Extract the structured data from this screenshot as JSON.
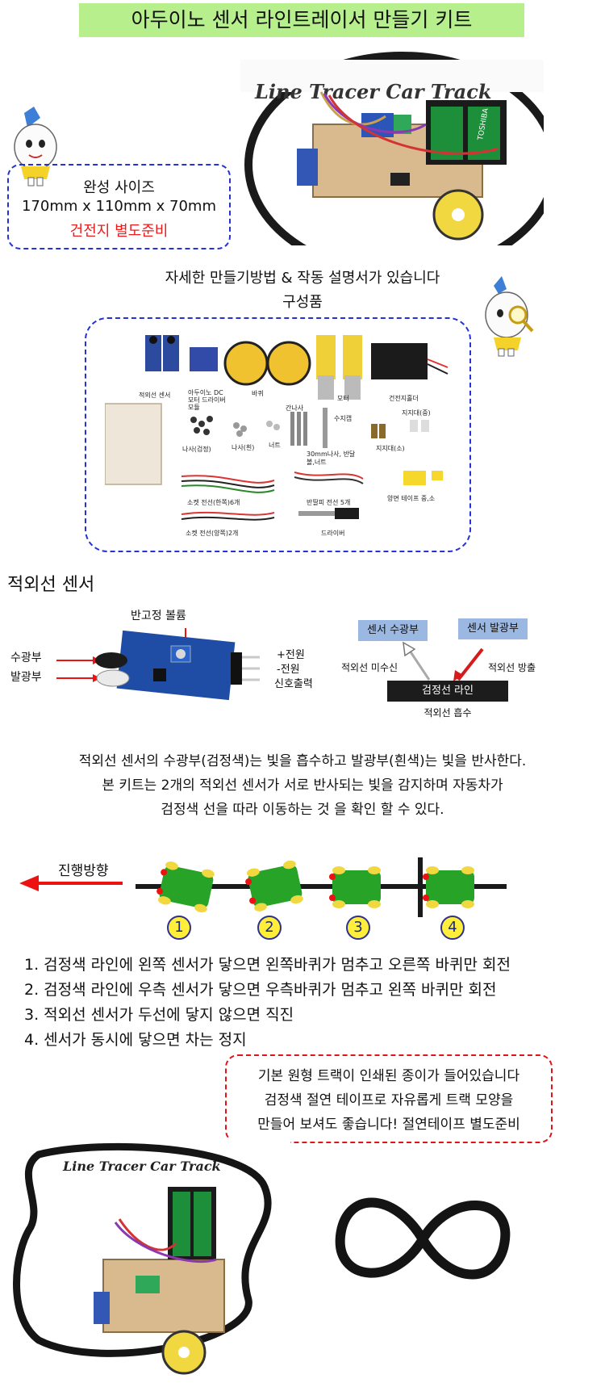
{
  "title": "아두이노 센서 라인트레이서 만들기 키트",
  "hero_photo": {
    "track_text": "Line Tracer Car Track",
    "battery_brand": "TOSHIBA"
  },
  "size_box": {
    "label": "완성 사이즈",
    "dimensions": "170mm x 110mm x 70mm",
    "battery_note": "건전지 별도준비"
  },
  "manual_note": "자세한 만들기방법 & 작동 설명서가 있습니다",
  "components_heading": "구성품",
  "components": {
    "sensor": "적외선 센서",
    "driver": "아두이노 DC모터 드라이버 모듈",
    "wheel": "바퀴",
    "motor": "모터",
    "battery_holder": "건전지홀더",
    "spacer": "간나사",
    "screw_nut": "수지캡",
    "support_mid": "지지대(중)",
    "screw_black": "나사(검정)",
    "screw_white": "나사(흰)",
    "nut": "너트",
    "bolt_set": "30mm나사, 반달볼,너트",
    "support_small": "지지대(소)",
    "wire_one": "소켓 전선(한쪽)6개",
    "wire_half": "반딸피 전선 5개",
    "tape": "양면 테이프 중,소",
    "wire_both": "소켓 전선(양쪽)2개",
    "driver_tool": "드라이버"
  },
  "ir_section": {
    "heading": "적외선 센서",
    "adjust_label": "반고정 볼륨",
    "receiver_label": "수광부",
    "emitter_label": "발광부",
    "pin_power_plus": "+전원",
    "pin_power_minus": "-전원",
    "pin_signal": "신호출력",
    "diagram": {
      "receiver_box": "센서 수광부",
      "emitter_box": "센서 발광부",
      "not_received": "적외선 미수신",
      "emission": "적외선 방출",
      "black_line": "검정선 라인",
      "absorption": "적외선 흡수"
    }
  },
  "description": [
    "적외선 센서의 수광부(검정색)는 빛을 흡수하고 발광부(흰색)는 빛을 반사한다.",
    "본 키트는 2개의 적외선 센서가 서로 반사되는 빛을 감지하며 자동차가",
    "검정색 선을 따라 이동하는 것 을 확인 할 수 있다."
  ],
  "direction_label": "진행방향",
  "step_numbers": [
    "1",
    "2",
    "3",
    "4"
  ],
  "steps": [
    "1. 검정색 라인에 왼쪽 센서가 닿으면 왼쪽바퀴가 멈추고 오른쪽 바퀴만 회전",
    "2. 검정색 라인에 우측 센서가 닿으면 우측바퀴가 멈추고 왼쪽 바퀴만 회전",
    "3. 적외선 센서가 두선에 닿지 않으면 직진",
    "4. 센서가 동시에 닿으면 차는 정지"
  ],
  "track_note": [
    "기본 원형 트랙이 인쇄된 종이가 들어있습니다",
    "검정색 절연 테이프로 자유롭게 트랙 모양을",
    "만들어 보셔도 좋습니다! 절연테이프 별도준비"
  ],
  "bottom_photo": {
    "track_text": "Line Tracer Car Track"
  },
  "colors": {
    "title_bg": "#b7ef8c",
    "blue_dash": "#2432d6",
    "red_dash": "#e0151b",
    "accent_red": "#ea1c1c",
    "car_green": "#27a427",
    "wheel_yellow": "#f1d840",
    "diagram_box": "#9bb8e2"
  }
}
